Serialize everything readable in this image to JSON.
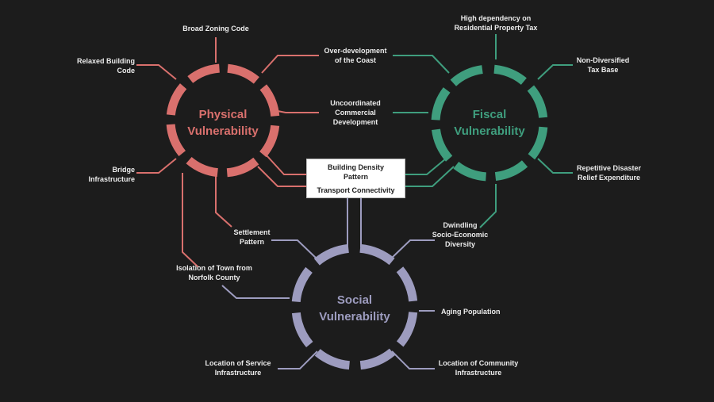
{
  "colors": {
    "background": "#1c1c1c",
    "physical": "#d9706d",
    "fiscal": "#3f9e7e",
    "social": "#9d9cbf",
    "label_text": "#ececec",
    "box_fill": "#ffffff"
  },
  "clusters": {
    "physical": {
      "title": "Physical\nVulnerability",
      "factors": {
        "broad_zoning": "Broad Zoning Code",
        "relaxed_building": "Relaxed Building\nCode",
        "bridge": "Bridge\nInfrastructure",
        "overdevelopment": "Over-development\nof the Coast",
        "uncoordinated": "Uncoordinated\nCommercial\nDevelopment"
      }
    },
    "fiscal": {
      "title": "Fiscal\nVulnerability",
      "factors": {
        "high_dependency": "High dependency on\nResidential Property Tax",
        "non_diversified": "Non-Diversified\nTax Base",
        "repetitive_disaster": "Repetitive Disaster\nRelief Expenditure",
        "dwindling": "Dwindling\nSocio-Economic\nDiversity"
      }
    },
    "social": {
      "title": "Social\nVulnerability",
      "factors": {
        "settlement": "Settlement\nPattern",
        "isolation": "Isolation of Town from\nNorfolk County",
        "aging": "Aging Population",
        "service": "Location of Service\nInfrastructure",
        "community": "Location of Community\nInfrastructure"
      }
    }
  },
  "shared_box": {
    "line1": "Building Density\nPattern",
    "line2": "Transport Connectivity"
  }
}
